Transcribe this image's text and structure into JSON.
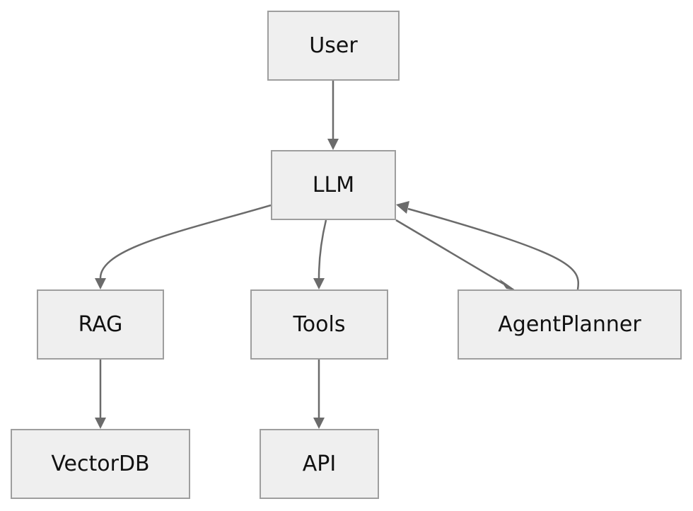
{
  "nodes": {
    "user": "User",
    "llm": "LLM",
    "rag": "RAG",
    "tools": "Tools",
    "agentplanner": "AgentPlanner",
    "vectordb": "VectorDB",
    "api": "API"
  },
  "edges": [
    {
      "from": "user",
      "to": "llm"
    },
    {
      "from": "llm",
      "to": "rag"
    },
    {
      "from": "llm",
      "to": "tools"
    },
    {
      "from": "llm",
      "to": "agentplanner"
    },
    {
      "from": "agentplanner",
      "to": "llm"
    },
    {
      "from": "rag",
      "to": "vectordb"
    },
    {
      "from": "tools",
      "to": "api"
    }
  ],
  "colors": {
    "node_fill": "#efefef",
    "node_border": "#9e9e9e",
    "edge": "#6b6b6b",
    "text": "#111111"
  }
}
